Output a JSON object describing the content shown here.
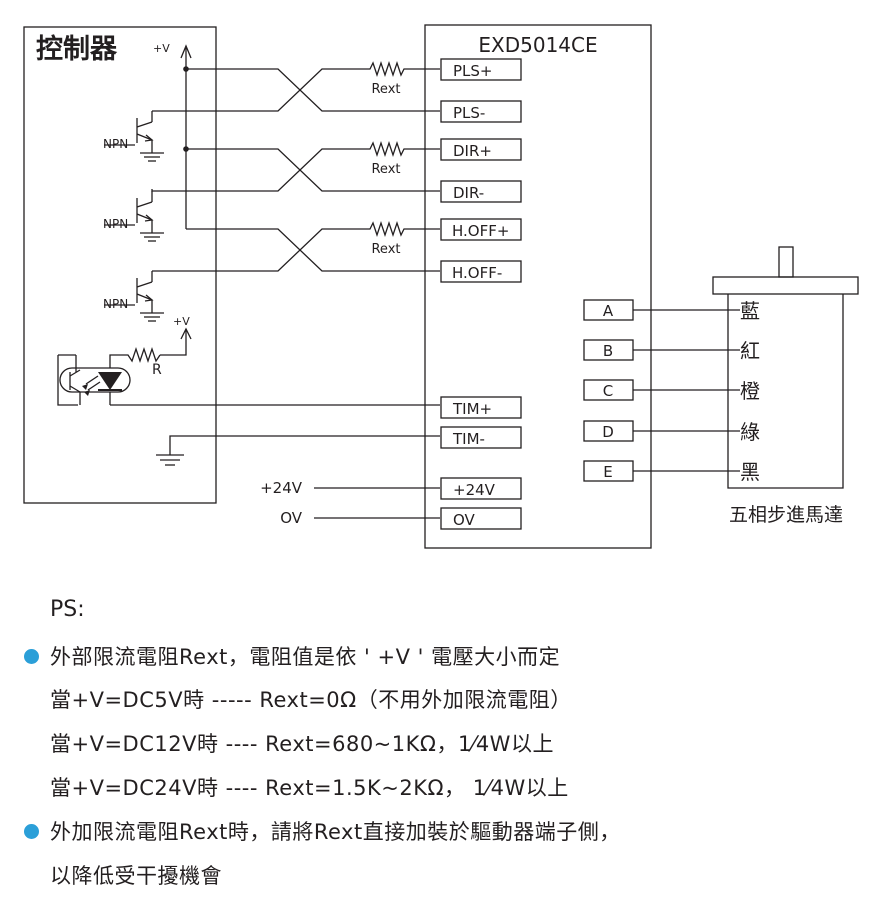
{
  "controller": {
    "title": "控制器",
    "vplus": "+V"
  },
  "driver": {
    "title": "EXD5014CE"
  },
  "terminals": {
    "pls_plus": "PLS+",
    "pls_minus": "PLS-",
    "dir_plus": "DIR+",
    "dir_minus": "DIR-",
    "hoff_plus": "H.OFF+",
    "hoff_minus": "H.OFF-",
    "tim_plus": "TIM+",
    "tim_minus": "TIM-",
    "p24v": "+24V",
    "ov": "OV"
  },
  "resistors": {
    "rext": "Rext",
    "r": "R"
  },
  "transistor_label": "NPN",
  "vplus_opto": "+V",
  "power_labels": {
    "p24v": "+24V",
    "ov": "OV"
  },
  "motor": {
    "phases": [
      "A",
      "B",
      "C",
      "D",
      "E"
    ],
    "colors": [
      "藍",
      "紅",
      "橙",
      "綠",
      "黑"
    ],
    "caption": "五相步進馬達"
  },
  "notes": {
    "title": "PS:",
    "lines": [
      "外部限流電阻Rext，電阻值是依 ' +V ' 電壓大小而定",
      "當+V=DC5V時 ----- Rext=0Ω（不用外加限流電阻）",
      "當+V=DC12V時 ---- Rext=680~1KΩ，1⁄4W以上",
      "當+V=DC24V時 ---- Rext=1.5K~2KΩ， 1⁄4W以上",
      "外加限流電阻Rext時，請將Rext直接加裝於驅動器端子側，",
      "以降低受干擾機會"
    ],
    "bullet_color": "#2b9fd8"
  }
}
